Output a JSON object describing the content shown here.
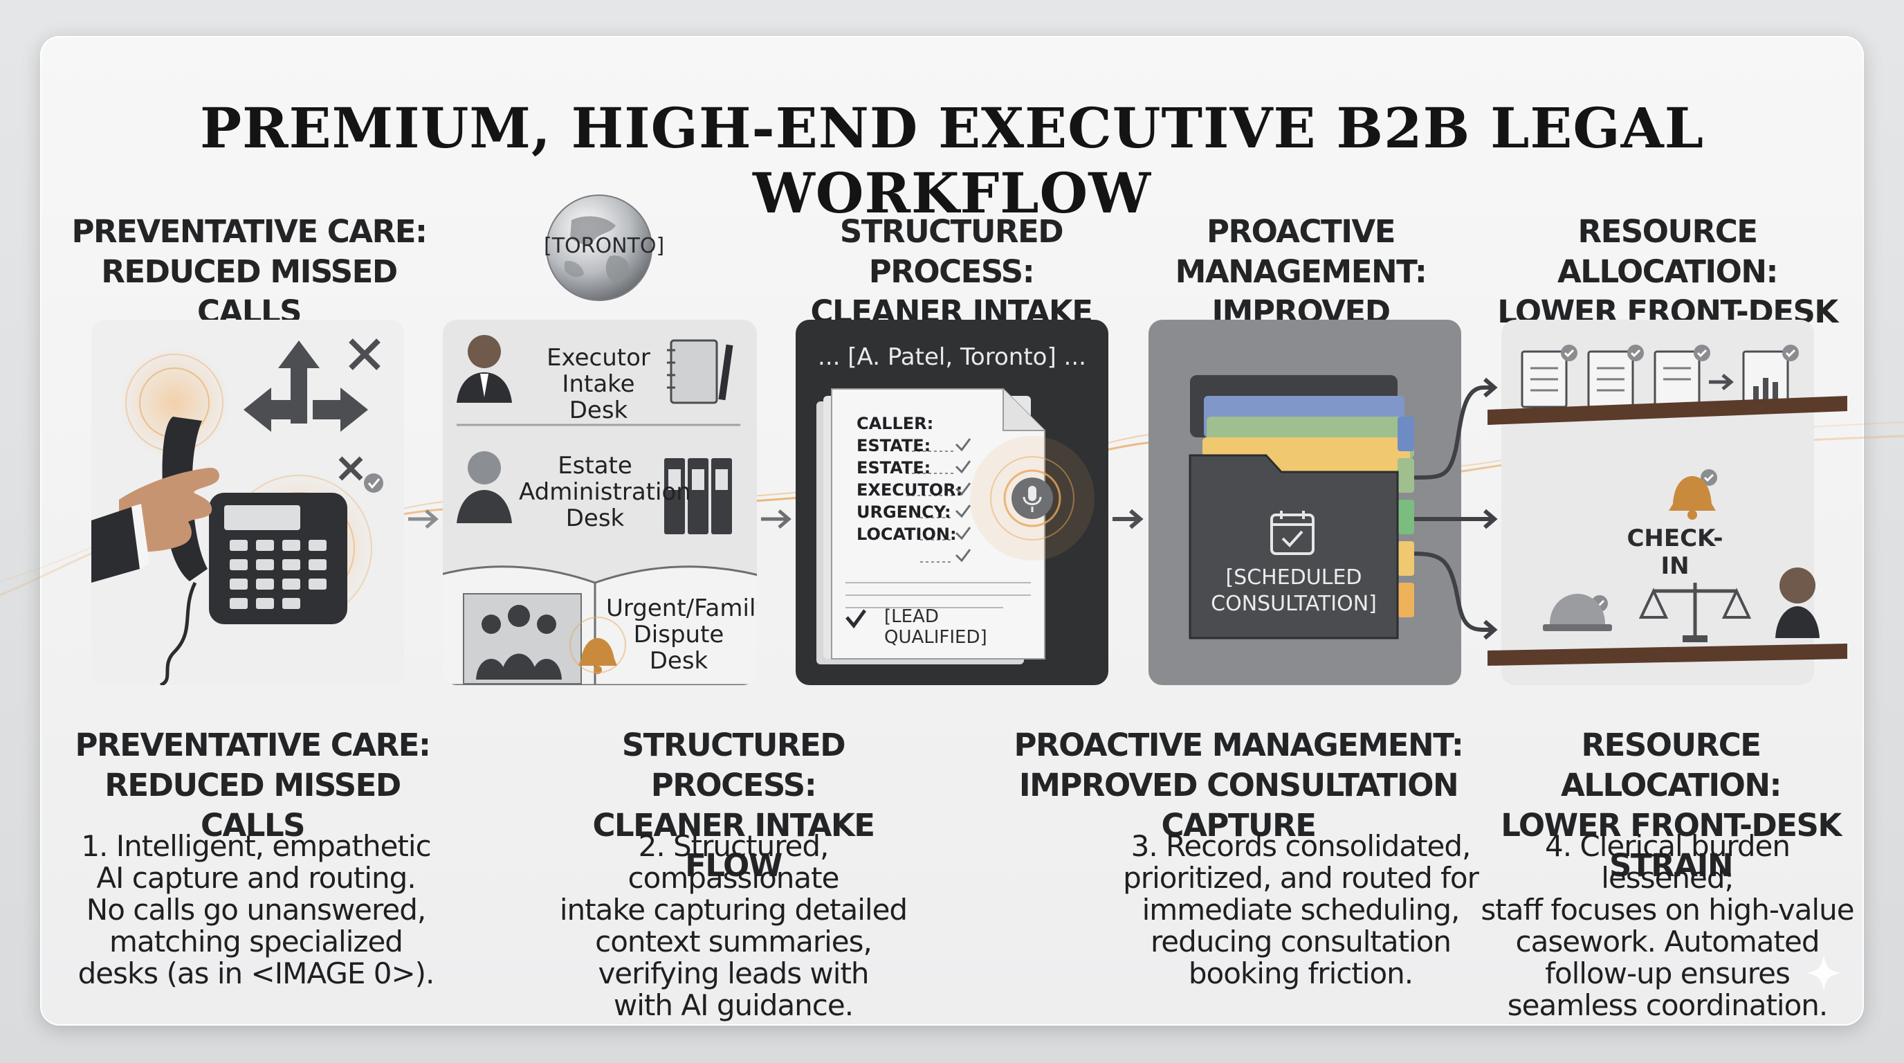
{
  "title": "PREMIUM, HIGH-END EXECUTIVE B2B LEGAL WORKFLOW",
  "top_headings": [
    {
      "line1": "PREVENTATIVE CARE:",
      "line2": "REDUCED MISSED CALLS"
    },
    {
      "line1": "STRUCTURED PROCESS:",
      "line2": "CLEANER INTAKE FLOW"
    },
    {
      "line1": "PROACTIVE MANAGEMENT:",
      "line2": "IMPROVED CONSULTATION"
    },
    {
      "line1": "RESOURCE ALLOCATION:",
      "line2": "LOWER FRONT-DESK STRAIN"
    }
  ],
  "globe_label": "[TORONTO]",
  "desks": {
    "executor": {
      "line1": "Executor",
      "line2": "Intake Desk"
    },
    "estate": {
      "line1": "Estate",
      "line2": "Administration",
      "line3": "Desk"
    },
    "urgent": {
      "line1": "Urgent/Family",
      "line2": "Dispute Desk"
    }
  },
  "intake_header": "... [A. Patel, Toronto] ...",
  "intake_fields": [
    "CALLER:",
    "ESTATE:",
    "ESTATE:",
    "EXECUTOR:",
    "URGENCY:",
    "LOCATION:"
  ],
  "lead_status": "[LEAD QUALIFIED]",
  "folder_label": {
    "line1": "[SCHEDULED",
    "line2": "CONSULTATION]"
  },
  "checkin_label": "CHECK-IN",
  "bottom_headings": [
    {
      "line1": "PREVENTATIVE CARE:",
      "line2": "REDUCED MISSED CALLS"
    },
    {
      "line1": "STRUCTURED PROCESS:",
      "line2": "CLEANER INTAKE FLOW"
    },
    {
      "line1": "PROACTIVE MANAGEMENT:",
      "line2": "IMPROVED CONSULTATION CAPTURE"
    },
    {
      "line1": "RESOURCE ALLOCATION:",
      "line2": "LOWER FRONT-DESK STRAIN"
    }
  ],
  "descriptions": [
    [
      "1. Intelligent, empathetic",
      "AI capture and routing.",
      "No calls go unanswered,",
      "matching specialized",
      "desks (as in <IMAGE 0>)."
    ],
    [
      "2. Structured, compassionate",
      "intake capturing detailed",
      "context summaries,",
      "verifying leads with",
      "with AI guidance."
    ],
    [
      "3. Records consolidated,",
      "prioritized, and routed for",
      "immediate scheduling,",
      "reducing consultation",
      "booking friction."
    ],
    [
      "4. Clerical burden lessened;",
      "staff focuses on high-value",
      "casework. Automated",
      "follow-up ensures",
      "seamless coordination."
    ]
  ],
  "colors": {
    "accent_glow": "#e8a557",
    "dark_panel": "#2f3133",
    "folder": "#4a4c4f",
    "shelf": "#5b3b2a"
  }
}
